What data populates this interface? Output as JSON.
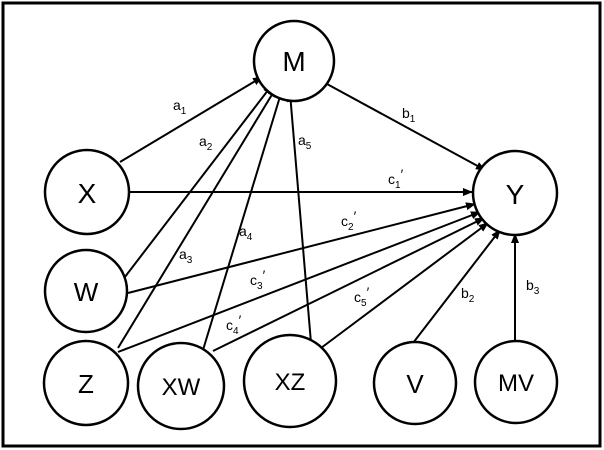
{
  "nodes": {
    "M": {
      "label": "M"
    },
    "X": {
      "label": "X"
    },
    "Y": {
      "label": "Y"
    },
    "W": {
      "label": "W"
    },
    "Z": {
      "label": "Z"
    },
    "XW": {
      "label": "XW"
    },
    "XZ": {
      "label": "XZ"
    },
    "V": {
      "label": "V"
    },
    "MV": {
      "label": "MV"
    }
  },
  "edges": {
    "a1": {
      "base": "a",
      "sub": "1",
      "prime": "",
      "from": "X",
      "to": "M"
    },
    "a2": {
      "base": "a",
      "sub": "2",
      "prime": "",
      "from": "W",
      "to": "M"
    },
    "a3": {
      "base": "a",
      "sub": "3",
      "prime": "",
      "from": "Z",
      "to": "M"
    },
    "a4": {
      "base": "a",
      "sub": "4",
      "prime": "",
      "from": "XW",
      "to": "M"
    },
    "a5": {
      "base": "a",
      "sub": "5",
      "prime": "",
      "from": "XZ",
      "to": "M"
    },
    "b1": {
      "base": "b",
      "sub": "1",
      "prime": "",
      "from": "M",
      "to": "Y"
    },
    "b2": {
      "base": "b",
      "sub": "2",
      "prime": "",
      "from": "V",
      "to": "Y"
    },
    "b3": {
      "base": "b",
      "sub": "3",
      "prime": "",
      "from": "MV",
      "to": "Y"
    },
    "c1": {
      "base": "c",
      "sub": "1",
      "prime": "′",
      "from": "X",
      "to": "Y"
    },
    "c2": {
      "base": "c",
      "sub": "2",
      "prime": "′",
      "from": "W",
      "to": "Y"
    },
    "c3": {
      "base": "c",
      "sub": "3",
      "prime": "′",
      "from": "Z",
      "to": "Y"
    },
    "c4": {
      "base": "c",
      "sub": "4",
      "prime": "′",
      "from": "XW",
      "to": "Y"
    },
    "c5": {
      "base": "c",
      "sub": "5",
      "prime": "′",
      "from": "XZ",
      "to": "Y"
    }
  }
}
